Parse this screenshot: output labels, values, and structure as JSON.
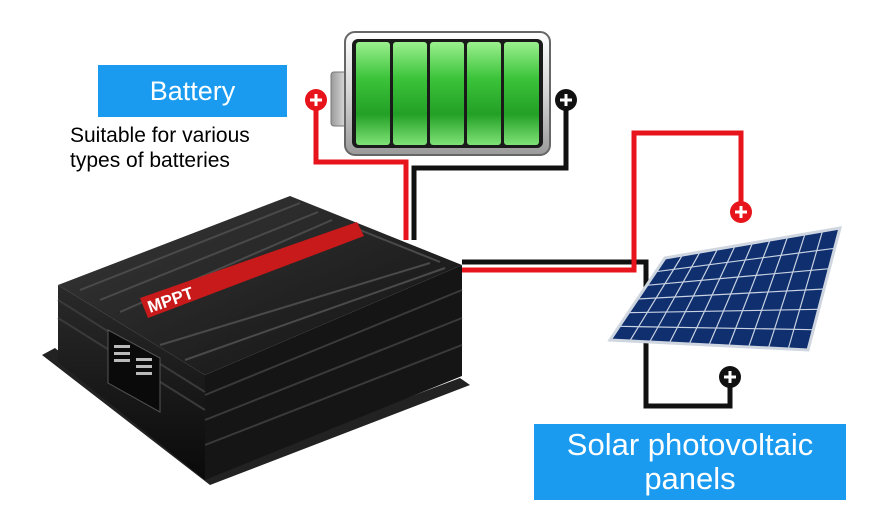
{
  "battery": {
    "label": "Battery",
    "description_line1": "Suitable for various",
    "description_line2": "types of batteries"
  },
  "solar": {
    "label_line1": "Solar photovoltaic",
    "label_line2": "panels"
  },
  "controller": {
    "brand": "MPPT"
  },
  "colors": {
    "label_bg": "#1a9bf0",
    "positive_wire": "#e8141c",
    "negative_wire": "#111111",
    "battery_fill": "#3fc73a",
    "panel_cell": "#1d4a9c"
  },
  "icons": {
    "positive": "plus-circle-icon",
    "negative": "plus-circle-icon"
  }
}
